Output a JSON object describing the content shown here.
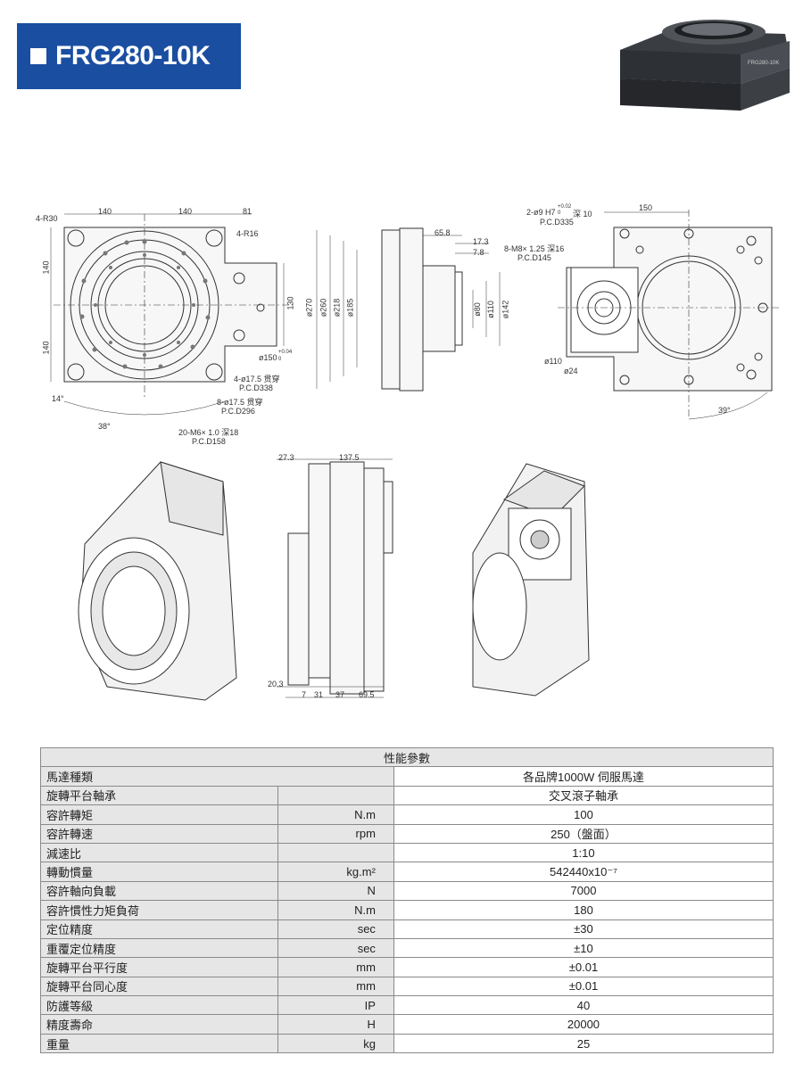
{
  "header": {
    "title": "FRG280-10K"
  },
  "drawing": {
    "front": {
      "dims": [
        "140",
        "140",
        "81",
        "4-R30",
        "4-R16",
        "140",
        "140",
        "130",
        "ø150",
        "+0.04",
        "0",
        "14°",
        "38°"
      ],
      "notes": [
        "4-ø17.5 贯穿",
        "P.C.D338",
        "8-ø17.5 贯穿",
        "P.C.D296",
        "20-M6× 1.0 深18",
        "P.C.D158"
      ]
    },
    "side": {
      "dims": [
        "ø270",
        "ø260",
        "ø218",
        "ø185",
        "65.8",
        "17.3",
        "7.8",
        "ø80",
        "ø110",
        "ø142"
      ]
    },
    "rear": {
      "dims": [
        "150",
        "ø110",
        "ø24",
        "39°"
      ],
      "notes": [
        "2-ø9 H7",
        "+0.02",
        "0",
        "深 10",
        "P.C.D335",
        "8-M8× 1.25 深16",
        "P.C.D145"
      ]
    },
    "lower": {
      "dims": [
        "27.3",
        "137.5",
        "20.3",
        "7",
        "31",
        "37",
        "69.5"
      ]
    }
  },
  "spec": {
    "title": "性能參數",
    "rows": [
      {
        "name": "馬達種類",
        "unit": "",
        "value": "各品牌1000W 伺服馬達"
      },
      {
        "name": "旋轉平台軸承",
        "unit": "",
        "value": "交叉滾子軸承"
      },
      {
        "name": "容許轉矩",
        "unit": "N.m",
        "value": "100"
      },
      {
        "name": "容許轉速",
        "unit": "rpm",
        "value": "250（盤面）"
      },
      {
        "name": "減速比",
        "unit": "",
        "value": "1:10"
      },
      {
        "name": "轉動慣量",
        "unit": "kg.m²",
        "value": "542440x10⁻⁷"
      },
      {
        "name": "容許軸向負載",
        "unit": "N",
        "value": "7000"
      },
      {
        "name": "容許慣性力矩負荷",
        "unit": "N.m",
        "value": "180"
      },
      {
        "name": "定位精度",
        "unit": "sec",
        "value": "±30"
      },
      {
        "name": "重覆定位精度",
        "unit": "sec",
        "value": "±10"
      },
      {
        "name": "旋轉平台平行度",
        "unit": "mm",
        "value": "±0.01"
      },
      {
        "name": "旋轉平台同心度",
        "unit": "mm",
        "value": "±0.01"
      },
      {
        "name": "防護等級",
        "unit": "IP",
        "value": "40"
      },
      {
        "name": "精度壽命",
        "unit": "H",
        "value": "20000"
      },
      {
        "name": "重量",
        "unit": "kg",
        "value": "25"
      }
    ]
  }
}
